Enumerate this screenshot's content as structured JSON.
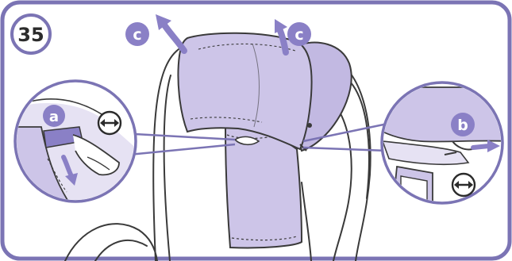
{
  "step": {
    "number": "35"
  },
  "callouts": {
    "a": "a",
    "b": "b",
    "c": "c"
  },
  "colors": {
    "frame": "#7b74b4",
    "fabric": "#cdc5e8",
    "fabric_dark": "#b9b0db",
    "badge": "#8a80c6",
    "arrow": "#8a80c6",
    "line": "#3a3a3a"
  },
  "icons": [
    "rotate-horizontal-icon",
    "rotate-horizontal-icon",
    "arrow-up-icon",
    "arrow-down-icon",
    "arrow-right-icon"
  ]
}
